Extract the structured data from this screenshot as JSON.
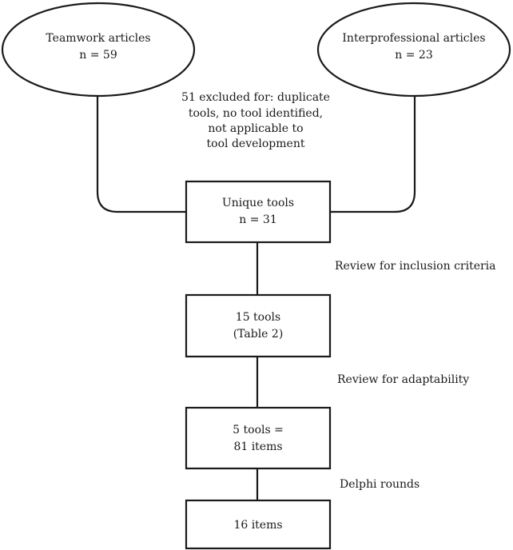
{
  "nodes": {
    "teamwork": {
      "line1": "Teamwork articles",
      "line2": "n = 59"
    },
    "interprofessional": {
      "line1": "Interprofessional articles",
      "line2": "n = 23"
    },
    "unique": {
      "line1": "Unique tools",
      "line2": "n = 31"
    },
    "fifteen": {
      "line1": "15 tools",
      "line2": "(Table 2)"
    },
    "five": {
      "line1": "5 tools =",
      "line2": "81 items"
    },
    "sixteen": {
      "line1": "16 items"
    }
  },
  "labels": {
    "excluded": {
      "line1": "51 excluded for: duplicate",
      "line2": "tools, no tool identified,",
      "line3": "not applicable to",
      "line4": "tool development"
    },
    "inclusion": "Review for inclusion criteria",
    "adaptability": "Review for adaptability",
    "delphi": "Delphi rounds"
  }
}
